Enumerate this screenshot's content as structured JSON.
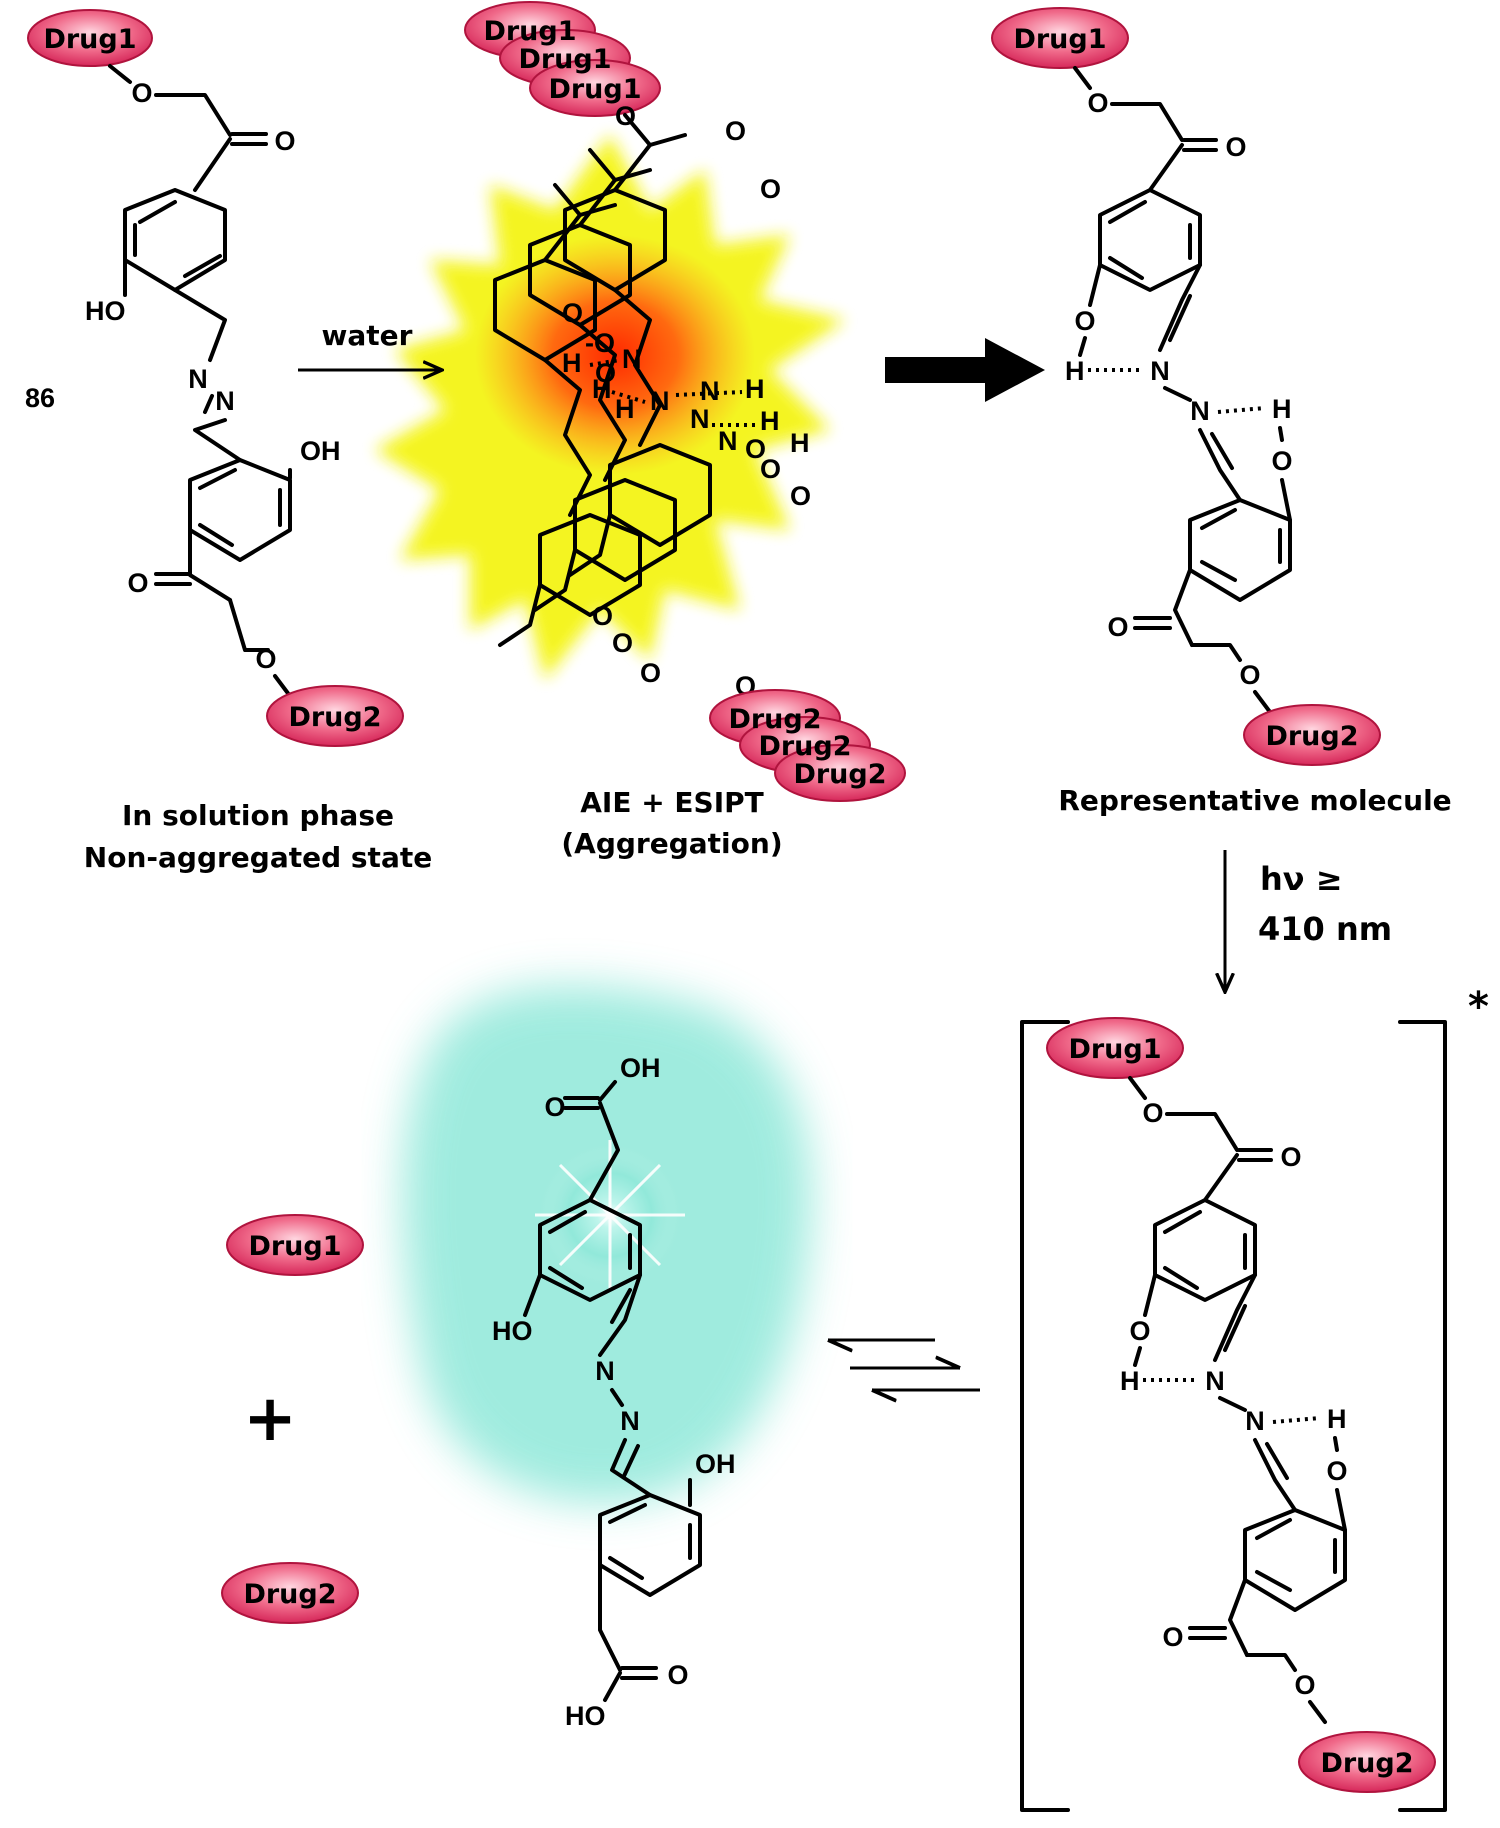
{
  "compound_number": "86",
  "reagent": "water",
  "drugs": {
    "drug1": "Drug1",
    "drug2": "Drug2"
  },
  "captions": {
    "left_line1": "In solution phase",
    "left_line2": "Non-aggregated state",
    "middle_line1": "AIE + ESIPT",
    "middle_line2": "(Aggregation)",
    "right": "Representative molecule"
  },
  "irradiation": {
    "line1": "hν ≥",
    "line2": "410 nm"
  },
  "excited_mark": "*",
  "plus": "+",
  "atoms": {
    "O": "O",
    "N": "N",
    "H": "H",
    "HO": "HO",
    "OH": "OH",
    "dashO": "-O"
  },
  "colors": {
    "drug_fill": "#f06a8a",
    "drug_stroke": "#b0143e",
    "glow_yellow": "#f2f20a",
    "glow_red": "#ff3c10",
    "glow_cyan": "#7fe6d6"
  }
}
